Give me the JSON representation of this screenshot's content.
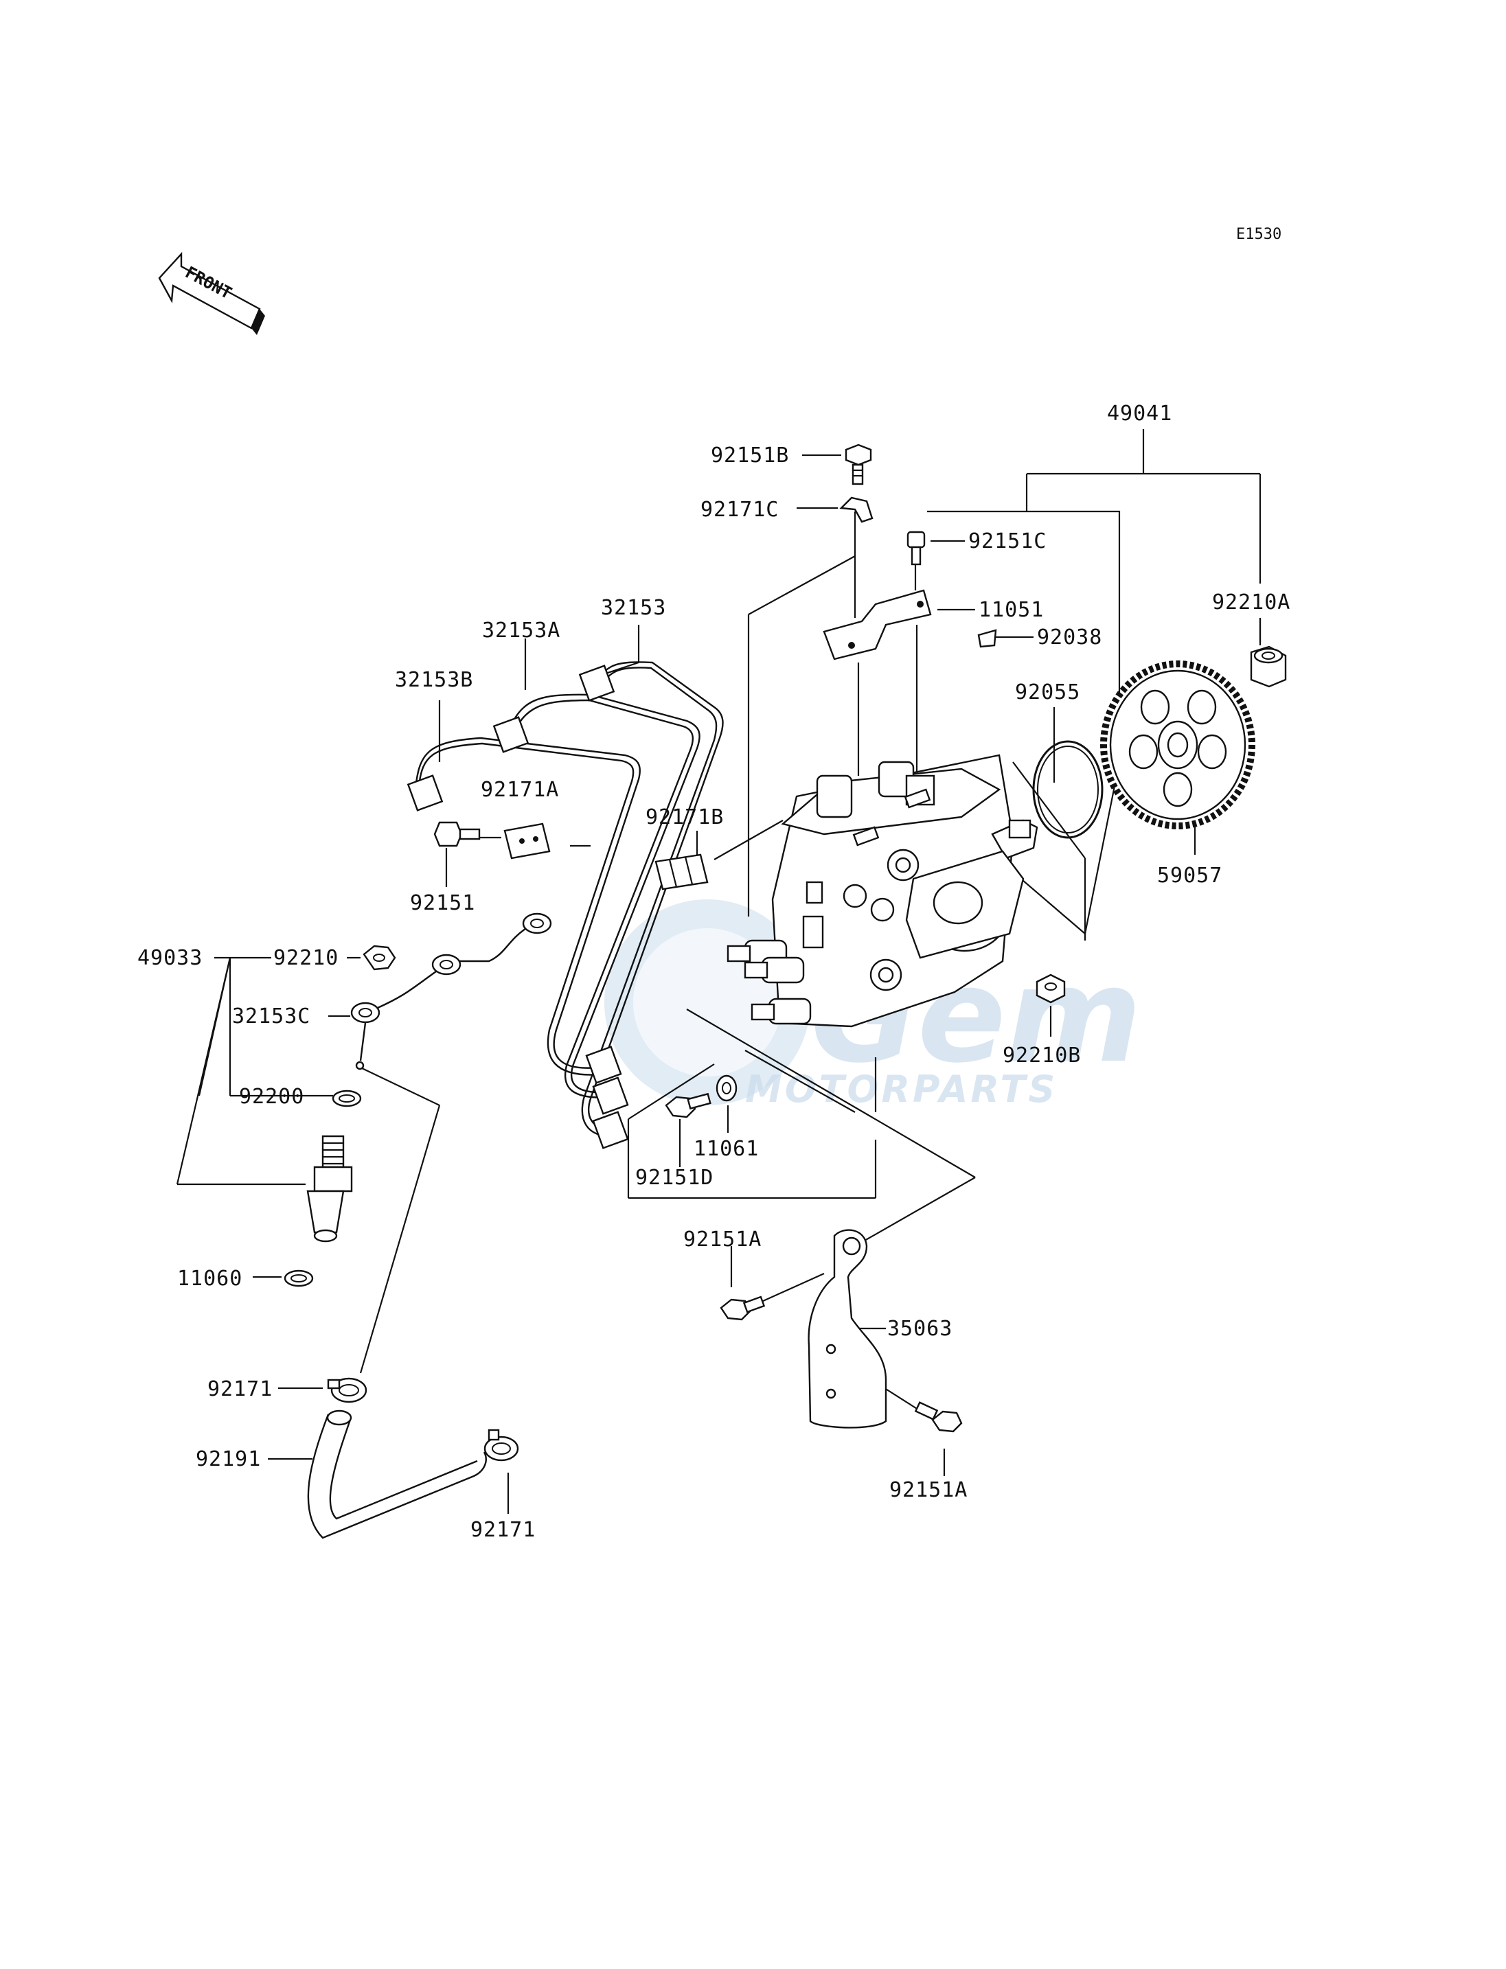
{
  "diagram_code": "E1530",
  "front_label": "FRONT",
  "watermark": {
    "brand": "Gem",
    "subtitle": "MOTORPARTS"
  },
  "labels": {
    "p49041": "49041",
    "p92151B": "92151B",
    "p92171C": "92171C",
    "p92151C": "92151C",
    "p92210A": "92210A",
    "p32153": "32153",
    "p32153A": "32153A",
    "p11051": "11051",
    "p92038": "92038",
    "p32153B": "32153B",
    "p92055": "92055",
    "p92171A": "92171A",
    "p92171B": "92171B",
    "p59057": "59057",
    "p92151": "92151",
    "p49033": "49033",
    "p92210": "92210",
    "p32153C": "32153C",
    "p92210B": "92210B",
    "p92200": "92200",
    "p11061": "11061",
    "p92151D": "92151D",
    "p92151A_top": "92151A",
    "p11060": "11060",
    "p35063": "35063",
    "p92171_left": "92171",
    "p92191": "92191",
    "p92171_bottom": "92171",
    "p92151A_bottom": "92151A"
  }
}
